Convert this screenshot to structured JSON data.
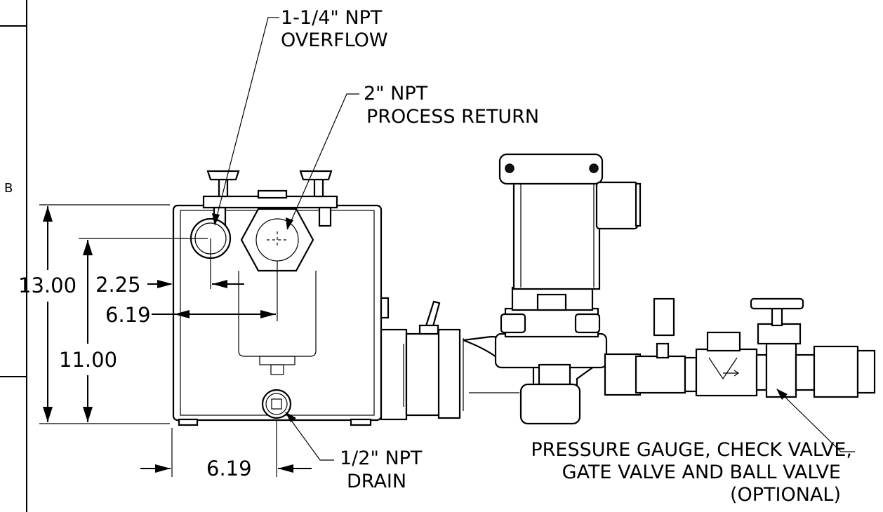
{
  "zone_marker": "B",
  "callouts": {
    "overflow": [
      "1-1/4\" NPT",
      "OVERFLOW"
    ],
    "process_return": [
      "2\" NPT",
      "PROCESS RETURN"
    ],
    "drain": [
      "1/2\" NPT",
      "DRAIN"
    ],
    "options": [
      "PRESSURE GAUGE, CHECK VALVE,",
      "GATE VALVE AND BALL VALVE",
      "(OPTIONAL)"
    ]
  },
  "dimensions": {
    "overall_height": "13.00",
    "outlet_height": "11.00",
    "overflow_offset": "2.25",
    "return_offset": "6.19",
    "drain_offset": "6.19"
  }
}
